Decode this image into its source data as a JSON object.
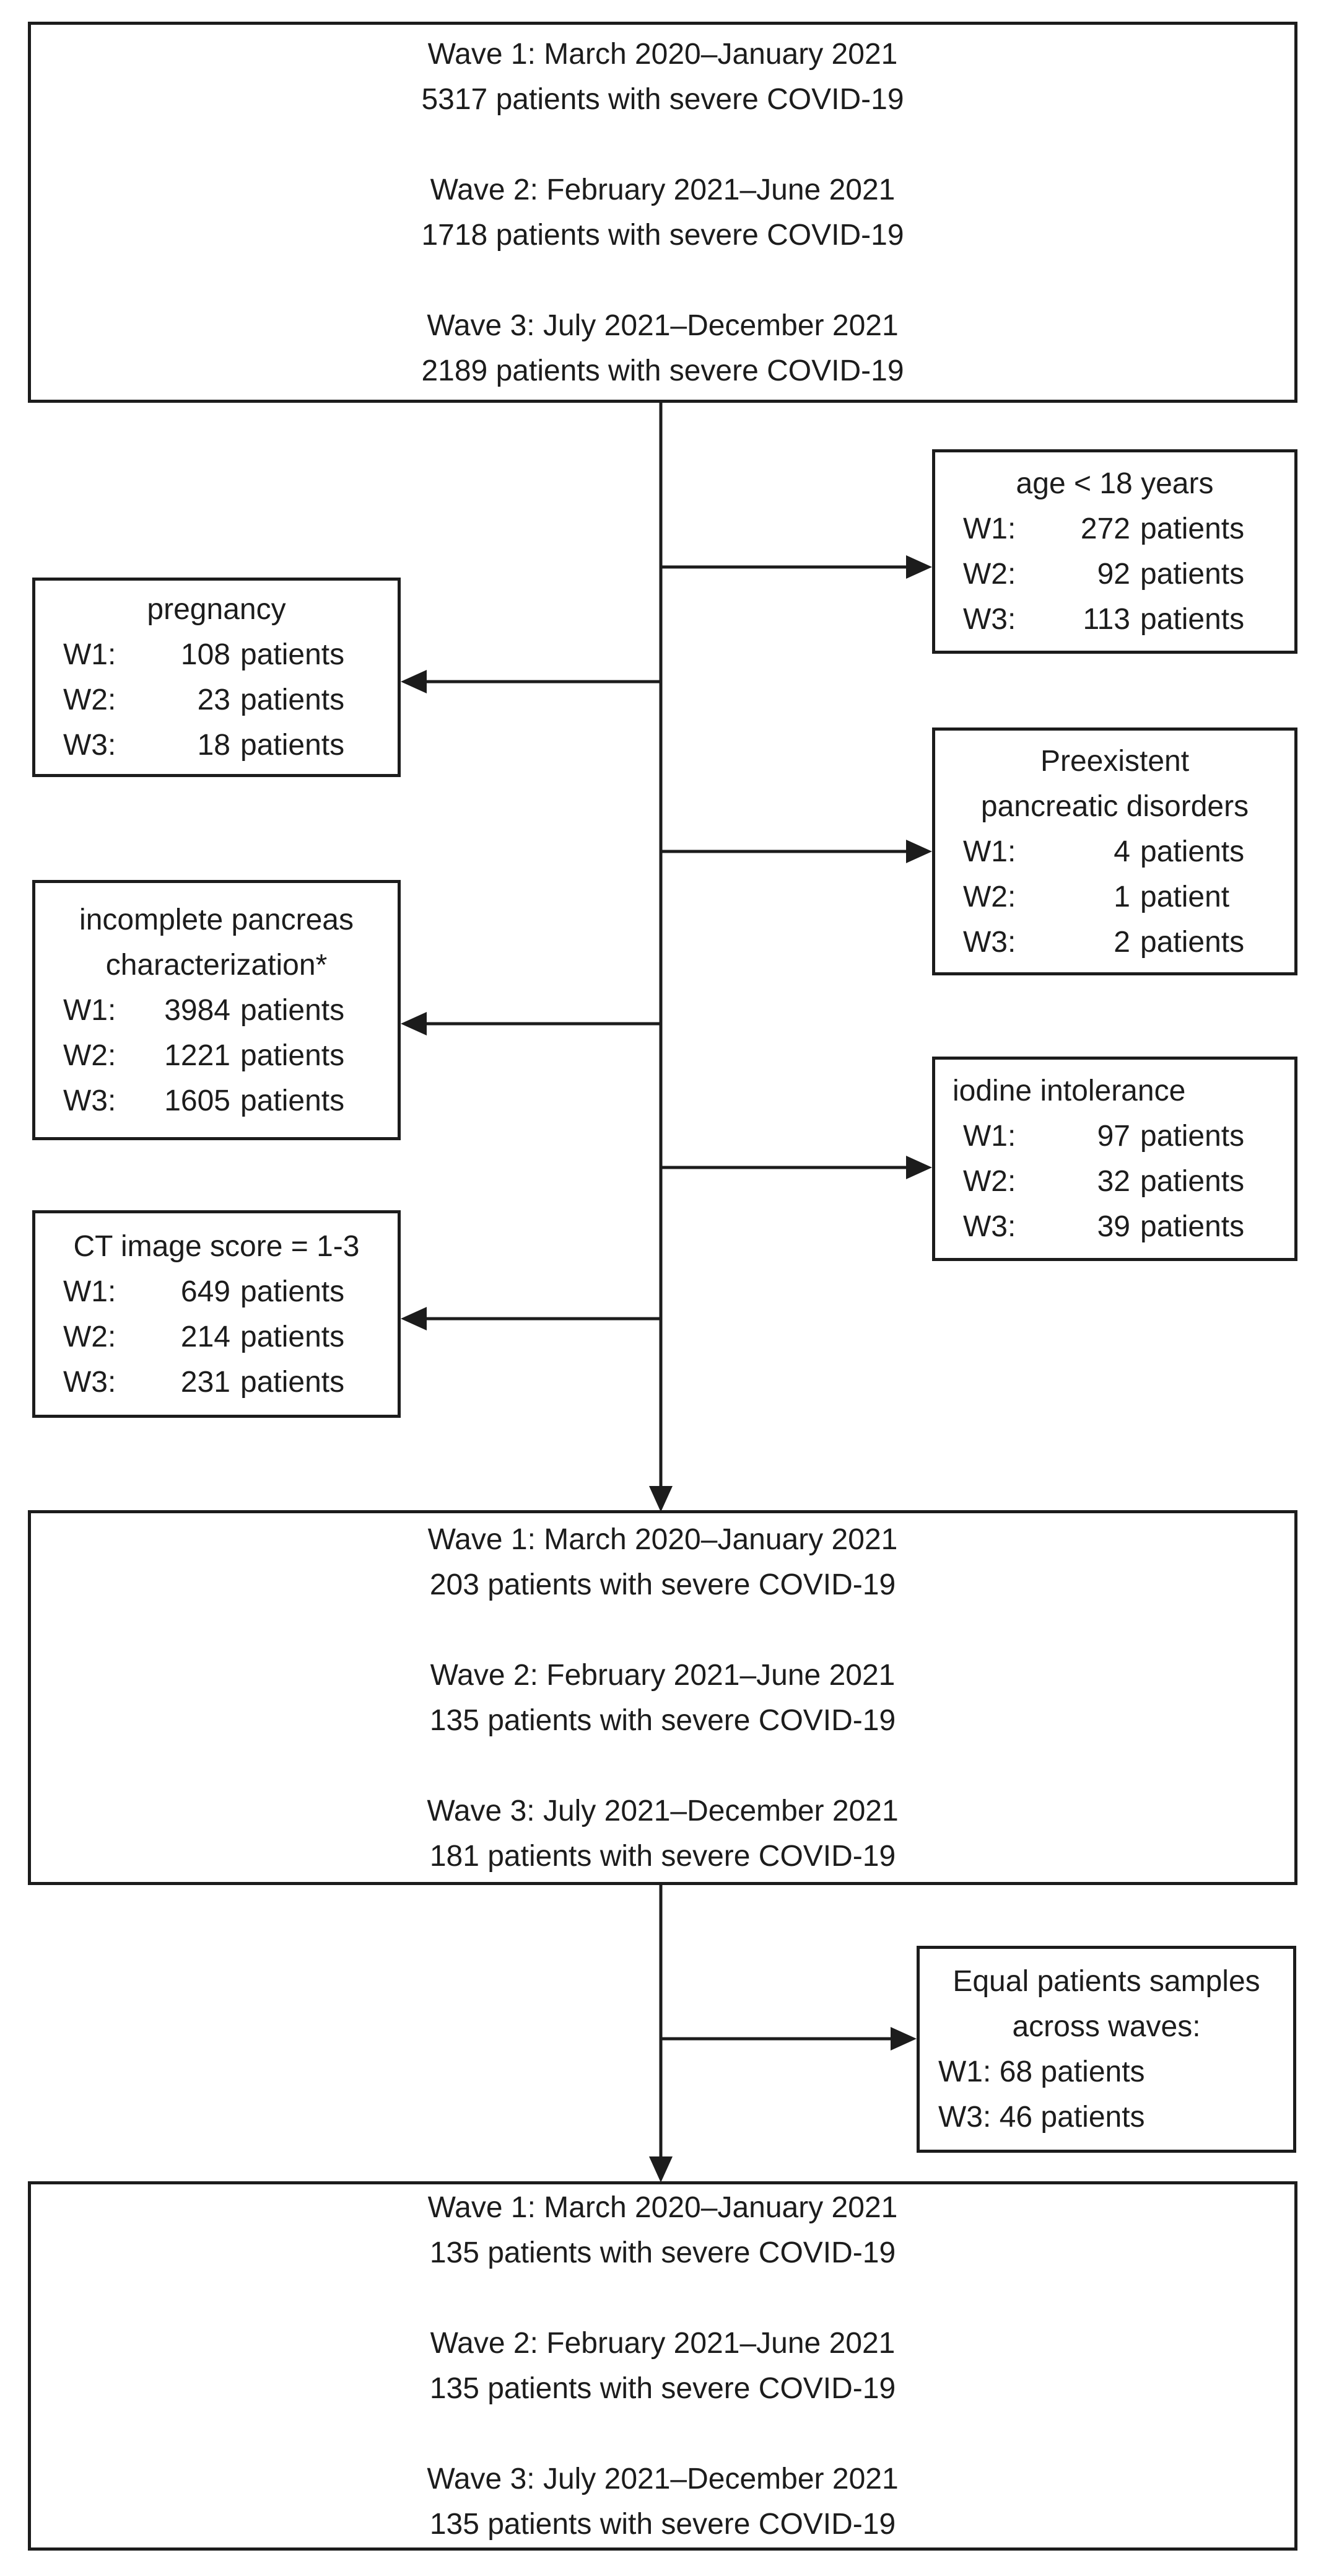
{
  "colors": {
    "background": "#ffffff",
    "line": "#1c1c1c",
    "text": "#1c1c1c",
    "box_border": "#1c1c1c"
  },
  "flowchart": {
    "cohort_boxes": [
      {
        "id": "initial",
        "entries": [
          {
            "period": "Wave 1: March 2020–January 2021",
            "count": "5317 patients with severe COVID-19"
          },
          {
            "period": "Wave 2: February 2021–June 2021",
            "count": "1718 patients with severe COVID-19"
          },
          {
            "period": "Wave 3: July 2021–December 2021",
            "count": "2189 patients with severe COVID-19"
          }
        ]
      },
      {
        "id": "after_exclusions",
        "entries": [
          {
            "period": "Wave 1: March 2020–January 2021",
            "count": "203 patients with severe COVID-19"
          },
          {
            "period": "Wave 2: February 2021–June 2021",
            "count": "135 patients with severe COVID-19"
          },
          {
            "period": "Wave 3: July 2021–December 2021",
            "count": "181 patients with severe COVID-19"
          }
        ]
      },
      {
        "id": "final_matched",
        "entries": [
          {
            "period": "Wave 1: March 2020–January 2021",
            "count": "135 patients with severe COVID-19"
          },
          {
            "period": "Wave 2: February 2021–June 2021",
            "count": "135 patients with severe COVID-19"
          },
          {
            "period": "Wave 3: July 2021–December 2021",
            "count": "135 patients with severe COVID-19"
          }
        ]
      }
    ],
    "exclusion_boxes": [
      {
        "id": "age_under_18",
        "title_lines": [
          "age < 18 years"
        ],
        "rows": [
          {
            "label": "W1:",
            "count": "272",
            "unit": "patients"
          },
          {
            "label": "W2:",
            "count": "92",
            "unit": "patients"
          },
          {
            "label": "W3:",
            "count": "113",
            "unit": "patients"
          }
        ]
      },
      {
        "id": "pregnancy",
        "title_lines": [
          "pregnancy"
        ],
        "rows": [
          {
            "label": "W1:",
            "count": "108",
            "unit": "patients"
          },
          {
            "label": "W2:",
            "count": "23",
            "unit": "patients"
          },
          {
            "label": "W3:",
            "count": "18",
            "unit": "patients"
          }
        ]
      },
      {
        "id": "preexistent_pancreatic_disorders",
        "title_lines": [
          "Preexistent",
          "pancreatic disorders"
        ],
        "rows": [
          {
            "label": "W1:",
            "count": "4",
            "unit": "patients"
          },
          {
            "label": "W2:",
            "count": "1",
            "unit": "patient"
          },
          {
            "label": "W3:",
            "count": "2",
            "unit": "patients"
          }
        ]
      },
      {
        "id": "incomplete_pancreas_characterization",
        "title_lines": [
          "incomplete pancreas",
          "characterization*"
        ],
        "rows": [
          {
            "label": "W1:",
            "count": "3984",
            "unit": "patients"
          },
          {
            "label": "W2:",
            "count": "1221",
            "unit": "patients"
          },
          {
            "label": "W3:",
            "count": "1605",
            "unit": "patients"
          }
        ]
      },
      {
        "id": "iodine_intolerance",
        "title_lines": [
          "iodine intolerance"
        ],
        "rows": [
          {
            "label": "W1:",
            "count": "97",
            "unit": "patients"
          },
          {
            "label": "W2:",
            "count": "32",
            "unit": "patients"
          },
          {
            "label": "W3:",
            "count": "39",
            "unit": "patients"
          }
        ]
      },
      {
        "id": "ct_image_score_1_3",
        "title_lines": [
          "CT image score = 1-3"
        ],
        "rows": [
          {
            "label": "W1:",
            "count": "649",
            "unit": "patients"
          },
          {
            "label": "W2:",
            "count": "214",
            "unit": "patients"
          },
          {
            "label": "W3:",
            "count": "231",
            "unit": "patients"
          }
        ]
      }
    ],
    "sampling_box": {
      "title_lines": [
        "Equal patients samples",
        "across waves:"
      ],
      "rows": [
        {
          "label": "W1:",
          "count": "68",
          "unit": "patients"
        },
        {
          "label": "W3:",
          "count": "46",
          "unit": "patients"
        }
      ]
    }
  }
}
